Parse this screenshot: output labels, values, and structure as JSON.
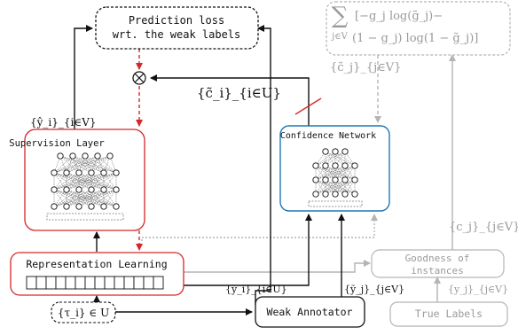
{
  "boxes": {
    "prediction_loss": {
      "line1": "Prediction loss",
      "line2": "wrt. the weak labels"
    },
    "supervision_layer": "Supervision Layer",
    "confidence_network": "Confidence Network",
    "representation_learning": "Representation Learning",
    "weak_annotator": "Weak Annotator",
    "goodness": {
      "line1": "Goodness of",
      "line2": "instances"
    },
    "true_labels": "True Labels",
    "input_set": "{τ_i} ∈ U"
  },
  "formula": {
    "sum_symbol": "∑",
    "sum_index": "j∈V",
    "line1": "[−g_j log(g̃_j)−",
    "line2": "(1 − g_j) log(1 − g̃_j)]"
  },
  "edge_labels": {
    "y_hat": "{ŷ_i}_{i∈V}",
    "c_tilde_u": "{c̃_i}_{i∈U}",
    "c_tilde_v": "{c̃_j}_{j∈V}",
    "c_v": "{c_j}_{j∈V}",
    "y_tilde_u": "{ỹ_i}_{i∈U}",
    "y_tilde_v": "{ỹ_j}_{j∈V}",
    "y_true_v": "{y_j}_{j∈V}",
    "product_symbol": "⊗"
  },
  "colors": {
    "black": "#111111",
    "red": "#d62728",
    "blue": "#1f77b4",
    "gray": "#b4b4b4",
    "dark_gray": "#9a9a9a"
  }
}
